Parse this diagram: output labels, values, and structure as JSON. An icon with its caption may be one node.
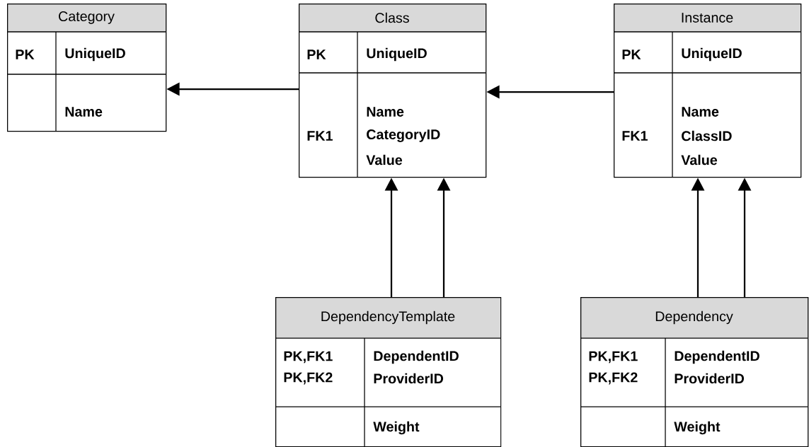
{
  "diagram": {
    "nodes": [
      {
        "text": [
          "Category",
          "PK",
          "UniqueID",
          "Name"
        ]
      },
      {
        "text": [
          "Class",
          "PK",
          "UniqueID",
          "Name",
          "FK1",
          "CategoryID",
          "Value"
        ]
      },
      {
        "text": [
          "Instance",
          "PK",
          "UniqueID",
          "Name",
          "FK1",
          "ClassID",
          "Value"
        ]
      },
      {
        "text": [
          "DependencyTemplate",
          "PK,FK1",
          "DependentID",
          "PK,FK2",
          "ProviderID",
          "Weight"
        ]
      },
      {
        "text": [
          "Dependency",
          "PK,FK1",
          "DependentID",
          "PK,FK2",
          "ProviderID",
          "Weight"
        ]
      }
    ],
    "edges": [
      {
        "from": 1,
        "to": 0,
        "arrow": "to"
      },
      {
        "from": 2,
        "to": 1,
        "arrow": "to"
      },
      {
        "from": 3,
        "to": 1,
        "arrow": "to"
      },
      {
        "from": 3,
        "to": 1,
        "arrow": "to"
      },
      {
        "from": 4,
        "to": 2,
        "arrow": "to"
      },
      {
        "from": 4,
        "to": 2,
        "arrow": "to"
      }
    ]
  }
}
